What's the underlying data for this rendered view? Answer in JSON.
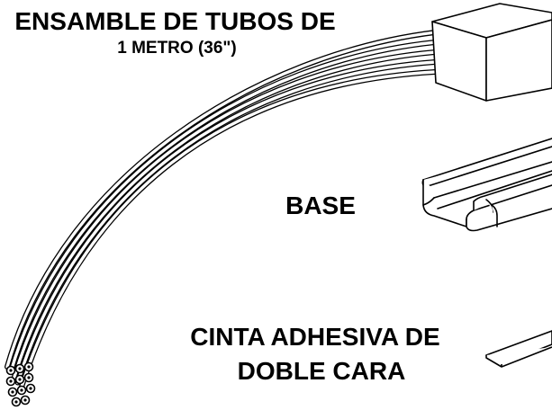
{
  "labels": {
    "tube_assembly_line1": "ENSAMBLE DE TUBOS DE",
    "tube_assembly_line2": "1 METRO (36\")",
    "base": "BASE",
    "tape_line1": "CINTA ADHESIVA DE",
    "tape_line2": "DOBLE CARA"
  },
  "colors": {
    "line": "#000000",
    "background": "#ffffff"
  }
}
